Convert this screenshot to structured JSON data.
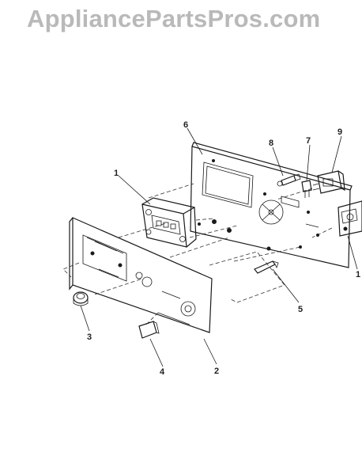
{
  "watermark": "AppliancePartsPros.com",
  "callouts": [
    "1",
    "2",
    "3",
    "4",
    "5",
    "6",
    "7",
    "8",
    "9",
    "1"
  ],
  "colors": {
    "line": "#1a1a1a",
    "watermark": "#b9b9b9",
    "background": "#ffffff"
  }
}
